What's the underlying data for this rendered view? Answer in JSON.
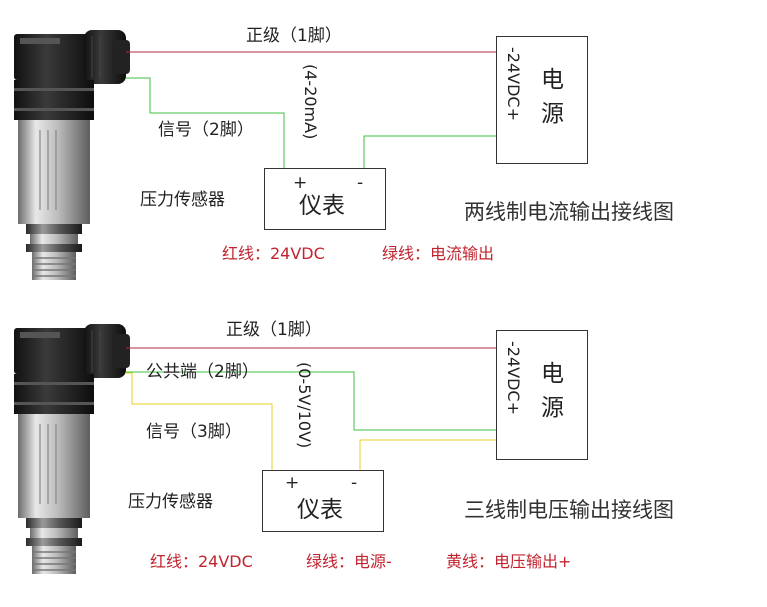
{
  "colors": {
    "red": "#b0283a",
    "green": "#3fbf3f",
    "yellow": "#e8d020",
    "legend_red": "#c2242f"
  },
  "diagram_two_wire": {
    "title": "两线制电流输出接线图",
    "label_positive_pin": "正级（1脚）",
    "label_signal_pin": "信号（2脚）",
    "label_range": "(4-20mA)",
    "label_sensor": "压力传感器",
    "meter": {
      "name": "仪表",
      "plus": "+",
      "minus": "-"
    },
    "supply": {
      "vdc": "-24VDC+",
      "char1": "电",
      "char2": "源"
    },
    "legend": {
      "red": "红线：24VDC",
      "green": "绿线：电流输出"
    }
  },
  "diagram_three_wire": {
    "title": "三线制电压输出接线图",
    "label_positive_pin": "正级（1脚）",
    "label_common_pin": "公共端（2脚）",
    "label_signal_pin": "信号（3脚）",
    "label_range": "(0-5V/10V)",
    "label_sensor": "压力传感器",
    "meter": {
      "name": "仪表",
      "plus": "+",
      "minus": "-"
    },
    "supply": {
      "vdc": "-24VDC+",
      "char1": "电",
      "char2": "源"
    },
    "legend": {
      "red": "红线：24VDC",
      "green": "绿线：电源-",
      "yellow": "黄线：电压输出+"
    }
  }
}
